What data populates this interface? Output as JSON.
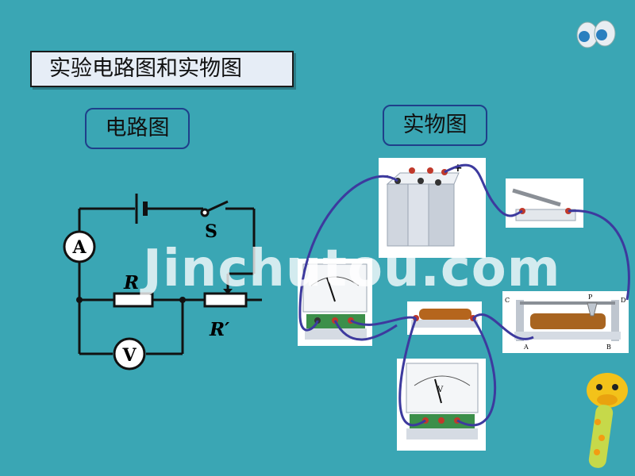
{
  "title": "实验电路图和实物图",
  "circuit_label": "电路图",
  "physical_label": "实物图",
  "circuit": {
    "ammeter": "A",
    "voltmeter": "V",
    "switch": "S",
    "resistor": "R",
    "rheostat": "R′"
  },
  "battery_terminals": {
    "negative": "-",
    "positive": "+"
  },
  "voltmeter_unit": "V",
  "rheostat_terminals": {
    "c": "C",
    "d": "D",
    "p": "P",
    "a": "A",
    "b": "B"
  },
  "watermark": "Jinchutou.com",
  "colors": {
    "background": "#3aa6b4",
    "wire": "#3d3a9e",
    "box_border": "#1f3f8a"
  }
}
